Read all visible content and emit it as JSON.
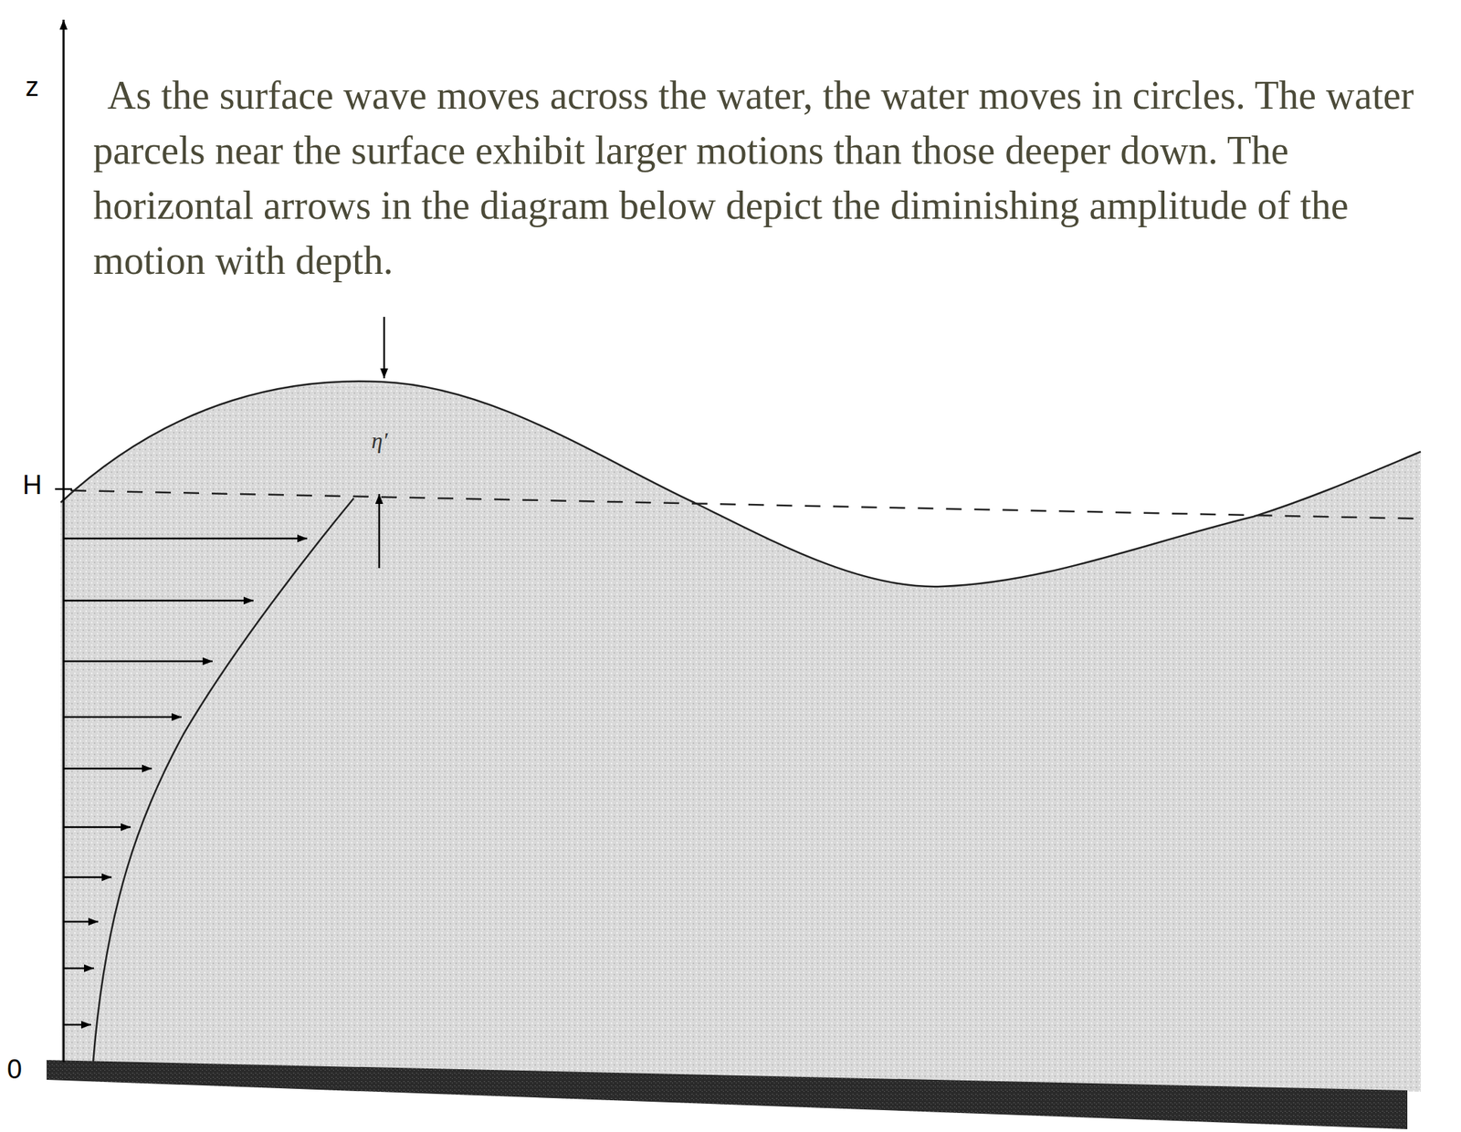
{
  "diagram": {
    "labels": [
      "z",
      "As the surface wave moves across the water, the water moves in circles. The water parcels near the surface exhibit larger motions than those deeper down. The horizontal arrows in the diagram below depict the diminishing amplitude of the motion with depth.",
      "H",
      "η′",
      "0"
    ]
  }
}
